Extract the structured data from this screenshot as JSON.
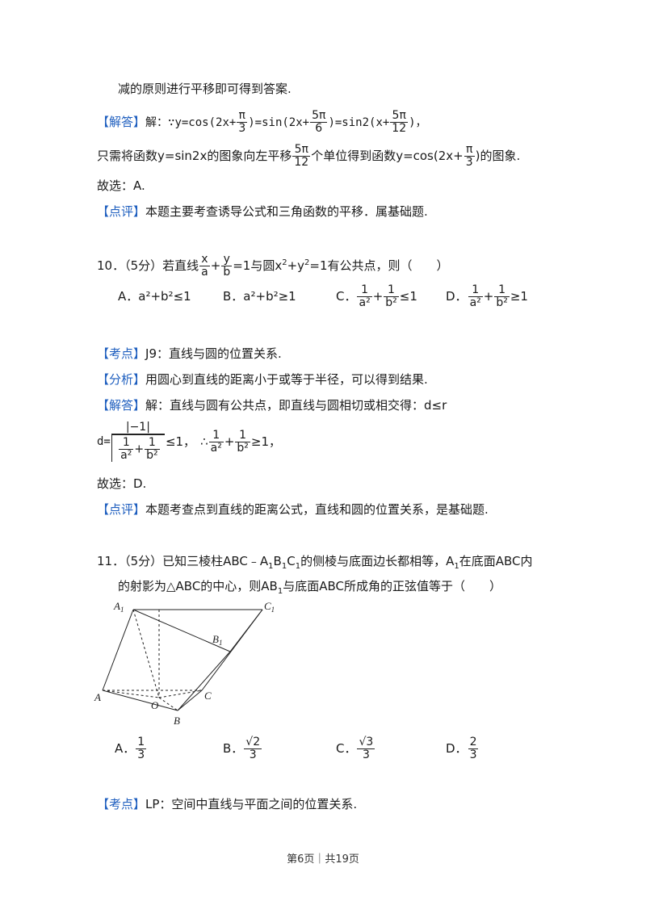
{
  "q9_tail": {
    "line1": "减的原则进行平移即可得到答案.",
    "solution_tag": "【解答】",
    "solution_prefix": "解：∵y=cos(2x+",
    "sol_pi": "π",
    "sol_3": "3",
    "sol_mid1": ")=sin(2x+",
    "sol_5pi": "5π",
    "sol_6": "6",
    "sol_mid2": ")=sin2(x+",
    "sol_5pi_b": "5π",
    "sol_12": "12",
    "sol_end": ")，",
    "line3_a": "只需将函数y=sin2x的图象向左平移",
    "line3_5pi": "5π",
    "line3_12": "12",
    "line3_b": "个单位得到函数y=cos(2x+",
    "line3_pi": "π",
    "line3_3": "3",
    "line3_c": ")的图象.",
    "choice": "故选：A.",
    "comment_tag": "【点评】",
    "comment": "本题主要考查诱导公式和三角函数的平移．属基础题."
  },
  "q10": {
    "stem_a": "10．（5分）若直线",
    "x": "x",
    "a": "a",
    "y": "y",
    "b": "b",
    "stem_b": "=1与圆x",
    "stem_c": "+y",
    "stem_d": "=1有公共点，则（　　）",
    "sq": "2",
    "opt_a": "A．a²+b²≤1",
    "opt_b": "B．a²+b²≥1",
    "opt_c_label": "C．",
    "opt_d_label": "D．",
    "one": "1",
    "a2": "a²",
    "b2": "b²",
    "plus": "+",
    "opt_c_rel": "≤1",
    "opt_d_rel": "≥1",
    "kaodian_tag": "【考点】",
    "kaodian": "J9：直线与圆的位置关系.",
    "fenxi_tag": "【分析】",
    "fenxi": "用圆心到直线的距离小于或等于半径，可以得到结果.",
    "jieda_tag": "【解答】",
    "jieda": "解：直线与圆有公共点，即直线与圆相切或相交得：d≤r",
    "d_eq": "d=",
    "abs": "|−1|",
    "le1": "≤1，",
    "therefore": "∴",
    "ge1": "≥1，",
    "choice": "故选：D.",
    "dianping_tag": "【点评】",
    "dianping": "本题考查点到直线的距离公式，直线和圆的位置关系，是基础题."
  },
  "q11": {
    "stem_l1": "11．（5分）已知三棱柱ABC﹣A",
    "stem_l1b": "B",
    "stem_l1c": "C",
    "stem_l1d": "的侧棱与底面边长都相等，A",
    "stem_l1e": "在底面ABC内",
    "stem_l2a": "的射影为△ABC的中心，则AB",
    "stem_l2b": "与底面ABC所成角的正弦值等于（　　）",
    "sub1": "1",
    "fig": {
      "A1": "A",
      "C1": "C",
      "B1": "B",
      "A": "A",
      "O": "O",
      "C": "C",
      "B": "B",
      "s": "1"
    },
    "opt_a_label": "A．",
    "opt_a_n": "1",
    "opt_a_d": "3",
    "opt_b_label": "B．",
    "opt_b_n": "√2",
    "opt_b_d": "3",
    "opt_c_label": "C．",
    "opt_c_n": "√3",
    "opt_c_d": "3",
    "opt_d_label": "D．",
    "opt_d_n": "2",
    "opt_d_d": "3",
    "kaodian_tag": "【考点】",
    "kaodian": "LP：空间中直线与平面之间的位置关系."
  },
  "footer": "第6页｜共19页"
}
